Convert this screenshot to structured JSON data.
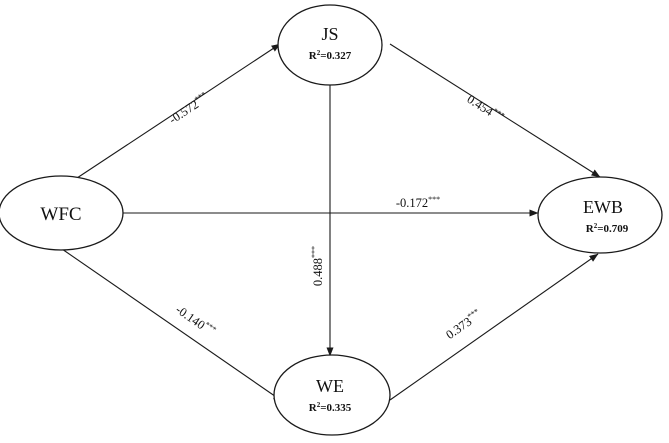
{
  "nodes": {
    "wfc": {
      "title": "WFC"
    },
    "js": {
      "title": "JS",
      "r2_prefix": "R",
      "r2_power": "2",
      "r2_value": "=0.327"
    },
    "we": {
      "title": "WE",
      "r2_prefix": "R",
      "r2_power": "2",
      "r2_value": "=0.335"
    },
    "ewb": {
      "title": "EWB",
      "r2_prefix": "R",
      "r2_power": "2",
      "r2_value": "=0.709"
    }
  },
  "paths": {
    "wfc_js": {
      "coef": "-0.572",
      "sig": "***"
    },
    "js_ewb": {
      "coef": "0.454",
      "sig": "***"
    },
    "wfc_ewb": {
      "coef": "-0.172",
      "sig": "***"
    },
    "js_we": {
      "coef": "0.488",
      "sig": "***"
    },
    "wfc_we": {
      "coef": "-0.140",
      "sig": "***"
    },
    "we_ewb": {
      "coef": "0.373",
      "sig": "***"
    }
  },
  "colors": {
    "stroke": "#1a1a1a",
    "background": "#ffffff"
  }
}
